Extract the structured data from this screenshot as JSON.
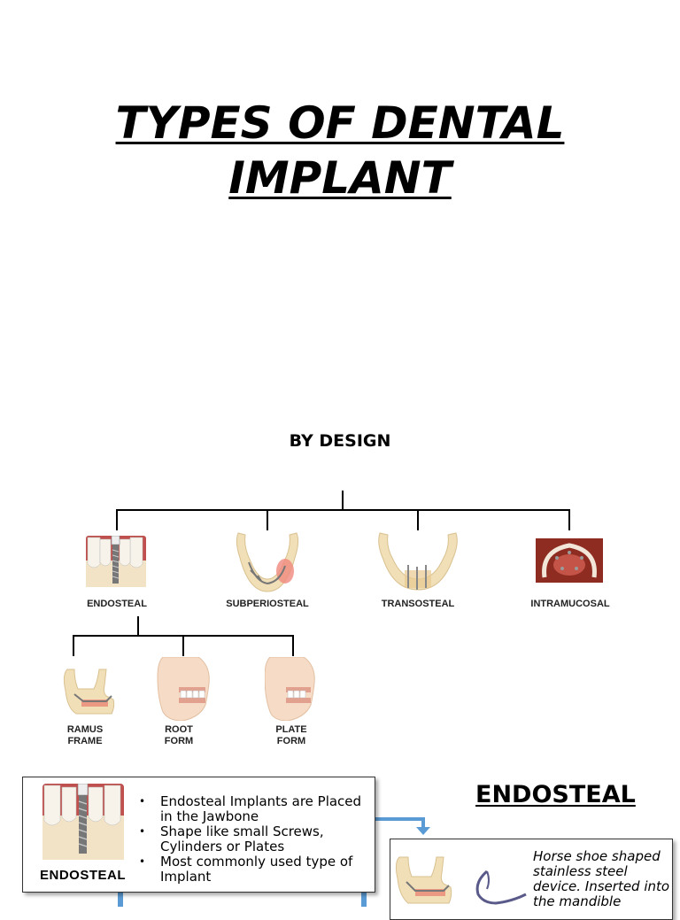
{
  "title": {
    "line1": "TYPES OF DENTAL",
    "line2": "IMPLANT"
  },
  "diagram": {
    "heading": "BY DESIGN",
    "top_items": [
      {
        "label": "ENDOSTEAL",
        "image": "endosteal-implant-icon"
      },
      {
        "label": "SUBPERIOSTEAL",
        "image": "subperiosteal-jaw-icon"
      },
      {
        "label": "TRANSOSTEAL",
        "image": "transosteal-jaw-icon"
      },
      {
        "label": "INTRAMUCOSAL",
        "image": "intramucosal-palate-icon"
      }
    ],
    "sub_items": [
      {
        "line1": "RAMUS",
        "line2": "FRAME",
        "image": "ramus-frame-jaw-icon"
      },
      {
        "line1": "ROOT",
        "line2": "FORM",
        "image": "root-form-face-icon"
      },
      {
        "line1": "PLATE",
        "line2": "FORM",
        "image": "plate-form-face-icon"
      }
    ]
  },
  "endosteal_section": {
    "heading": "ENDOSTEAL",
    "image_label": "ENDOSTEAL",
    "bullets": [
      "Endosteal Implants are Placed in the Jawbone",
      "Shape like small Screws, Cylinders or Plates",
      "Most commonly used type of Implant"
    ],
    "ramus_box_text": "Horse shoe shaped stainless steel device. Inserted into the mandible"
  },
  "colors": {
    "connector": "#5b9bd5",
    "gum": "#c0504d",
    "bone": "#f1dfb8"
  }
}
